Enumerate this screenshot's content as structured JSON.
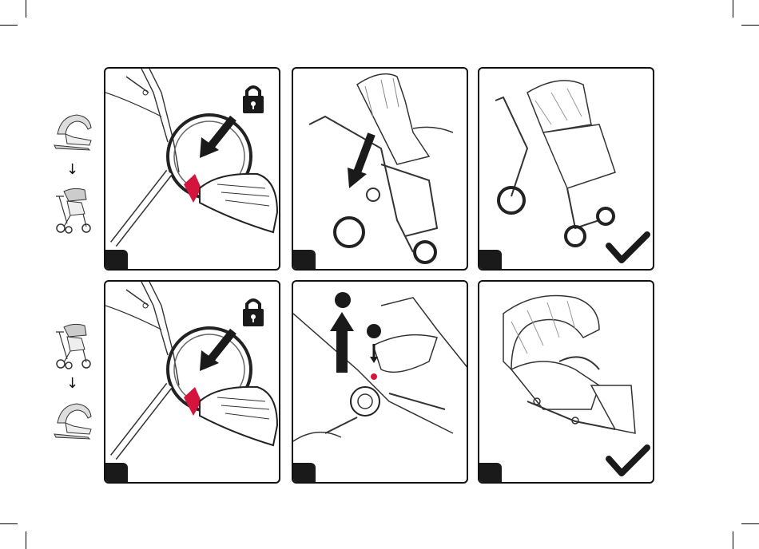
{
  "document": {
    "type": "assembly-instruction-sheet",
    "rows": [
      {
        "side_icons": [
          "seat-unit-icon",
          "stroller-icon"
        ],
        "panels": [
          {
            "id": "r1p1",
            "icons": [
              "padlock-icon",
              "arrow-icon",
              "foot-icon"
            ],
            "accent": "#d4143c"
          },
          {
            "id": "r1p2",
            "icons": [
              "arrow-icon",
              "stroller-icon",
              "hand-icon"
            ]
          },
          {
            "id": "r1p3",
            "icons": [
              "stroller-icon",
              "checkmark-icon"
            ]
          }
        ]
      },
      {
        "side_icons": [
          "stroller-icon",
          "seat-unit-icon"
        ],
        "panels": [
          {
            "id": "r2p1",
            "icons": [
              "padlock-icon",
              "arrow-icon",
              "foot-icon"
            ],
            "accent": "#d4143c"
          },
          {
            "id": "r2p2",
            "icons": [
              "step-circle-icon",
              "up-arrow-icon",
              "step-circle-icon",
              "down-arrow-icon",
              "hand-icon"
            ],
            "accent": "#d4143c"
          },
          {
            "id": "r2p3",
            "icons": [
              "seat-unit-icon",
              "checkmark-icon"
            ]
          }
        ]
      }
    ]
  }
}
